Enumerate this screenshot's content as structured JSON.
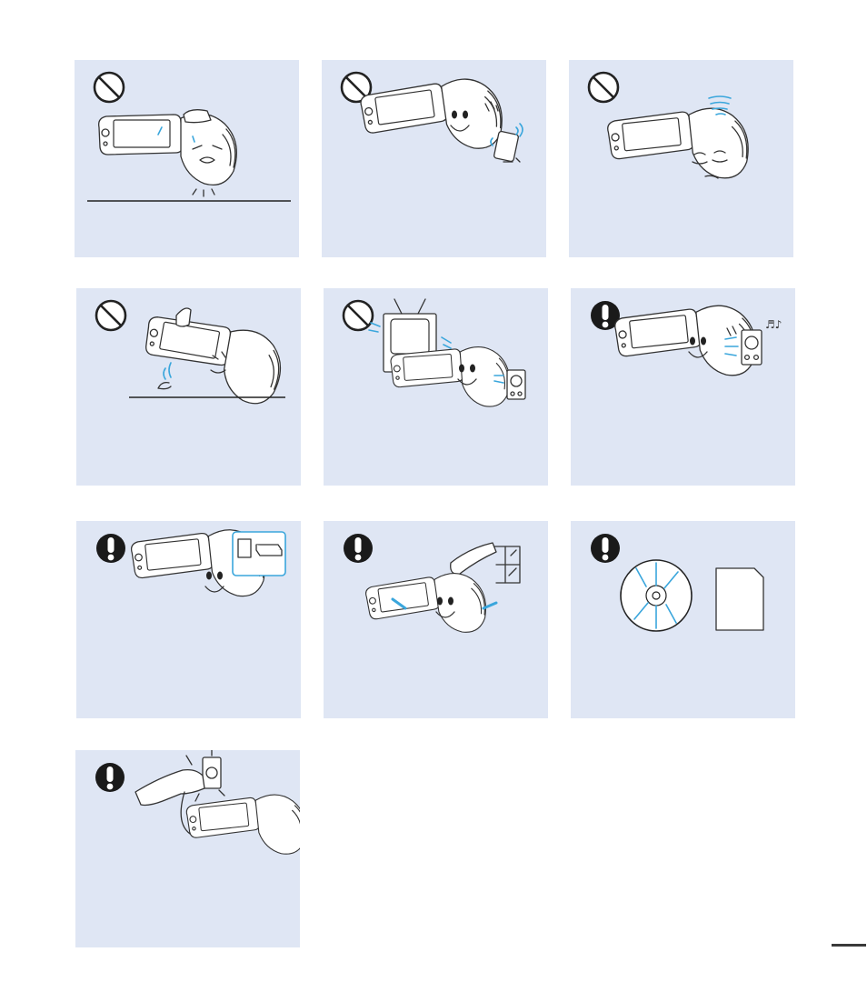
{
  "page": {
    "panels": [
      {
        "id": "p1",
        "symbol": "prohibited-icon",
        "illustration": "camcorder-pressed-down-icon"
      },
      {
        "id": "p2",
        "symbol": "prohibited-icon",
        "illustration": "camcorder-with-magnet-icon"
      },
      {
        "id": "p3",
        "symbol": "prohibited-icon",
        "illustration": "camcorder-dizzy-icon"
      },
      {
        "id": "p4",
        "symbol": "prohibited-icon",
        "illustration": "camcorder-dropped-icon"
      },
      {
        "id": "p5",
        "symbol": "prohibited-icon",
        "illustration": "camcorder-near-tv-speaker-icon"
      },
      {
        "id": "p6",
        "symbol": "caution-icon",
        "illustration": "camcorder-near-speaker-icon"
      },
      {
        "id": "p7",
        "symbol": "caution-icon",
        "illustration": "camcorder-battery-icon"
      },
      {
        "id": "p8",
        "symbol": "caution-icon",
        "illustration": "camcorder-near-window-icon"
      },
      {
        "id": "p9",
        "symbol": "caution-icon",
        "illustration": "disc-and-memory-card-icon"
      },
      {
        "id": "p10",
        "symbol": "caution-icon",
        "illustration": "plug-adapter-icon"
      }
    ]
  }
}
